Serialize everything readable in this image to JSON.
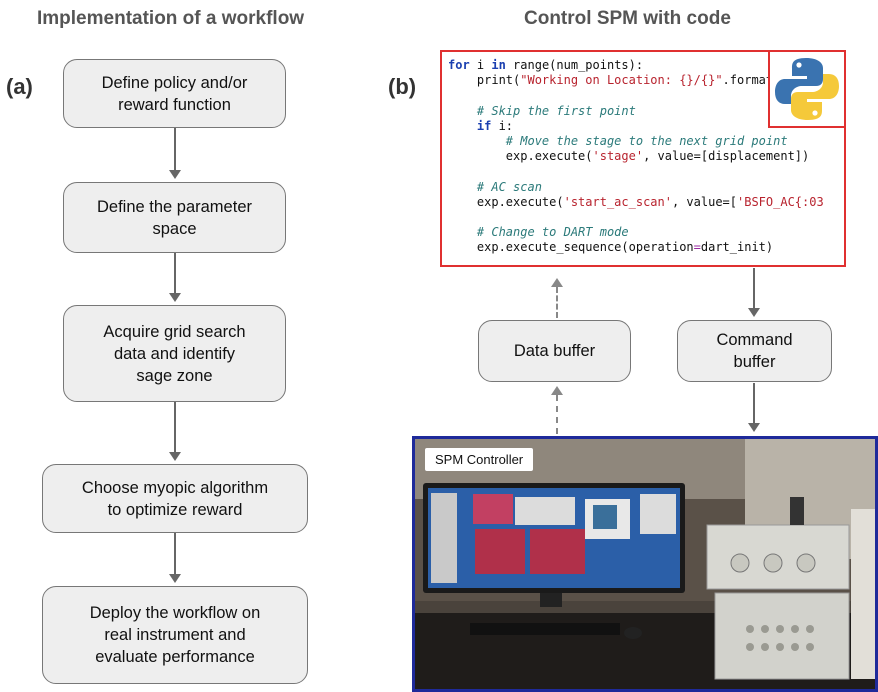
{
  "titles": {
    "left": "Implementation of a workflow",
    "right": "Control SPM with code"
  },
  "panels": {
    "a": "(a)",
    "b": "(b)"
  },
  "workflow_steps": [
    "Define policy and/or\nreward function",
    "Define the parameter\nspace",
    "Acquire grid search\ndata and identify\nsage zone",
    "Choose myopic algorithm\nto optimize reward",
    "Deploy the workflow on\nreal instrument and\nevaluate performance"
  ],
  "buffers": {
    "data": "Data buffer",
    "command": "Command\nbuffer"
  },
  "code": {
    "line1_kw1": "for",
    "line1_a": " i ",
    "line1_kw2": "in",
    "line1_b": " range(num_points):",
    "line2_a": "    print(",
    "line2_str": "\"Working on Location: {}/{}\"",
    "line2_b": ".format(",
    "line4_cm": "    # Skip the first point",
    "line5_kw": "    if",
    "line5_b": " i:",
    "line6_cm": "        # Move the stage to the next grid point",
    "line7_a": "        exp.execute(",
    "line7_str": "'stage'",
    "line7_b": ", value=[displacement])",
    "line9_cm": "    # AC scan",
    "line10_a": "    exp.execute(",
    "line10_str": "'start_ac_scan'",
    "line10_b": ", value=[",
    "line10_str2": "'BSFO_AC{:03",
    "line12_cm": "    # Change to DART mode",
    "line13_a": "    exp.execute_sequence(operation",
    "line13_op": "=",
    "line13_b": "dart_init)"
  },
  "photo": {
    "label": "SPM Controller"
  },
  "colors": {
    "code_border": "#e03030",
    "photo_border": "#1e2a9a",
    "box_fill": "#eeeeee"
  },
  "icons": {
    "python_logo": "python-logo"
  }
}
